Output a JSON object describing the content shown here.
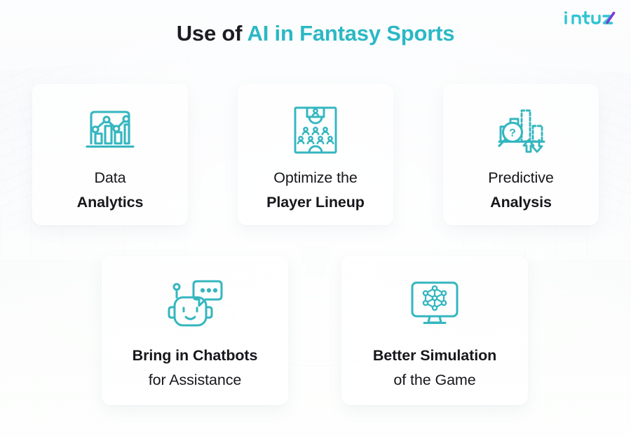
{
  "brand": {
    "logo_text": "intuz",
    "logo_icon": "intuz-logo",
    "logo_color": "#31c5d2",
    "logo_accent_color": "#7b3fd4"
  },
  "header": {
    "title_plain": "Use of ",
    "title_accent": "AI in Fantasy Sports",
    "accent_color": "#2bb8c4",
    "text_color": "#1c1c22"
  },
  "theme": {
    "icon_color": "#34b6bf",
    "card_background": "rgba(255,255,255,0.62)",
    "page_background": "#f6f8f9"
  },
  "cards": [
    {
      "id": "data-analytics",
      "icon": "chart-monitor-icon",
      "line1": "Data",
      "line2": "Analytics",
      "line1_weight": "regular",
      "line2_weight": "bold"
    },
    {
      "id": "player-lineup",
      "icon": "field-lineup-icon",
      "line1": "Optimize the",
      "line2": "Player Lineup",
      "line1_weight": "regular",
      "line2_weight": "bold"
    },
    {
      "id": "predictive-analysis",
      "icon": "magnifier-forecast-icon",
      "line1": "Predictive",
      "line2": "Analysis",
      "line1_weight": "regular",
      "line2_weight": "bold"
    },
    {
      "id": "chatbots",
      "icon": "chatbot-robot-icon",
      "line1": "Bring in Chatbots",
      "line2": "for Assistance",
      "line1_weight": "bold",
      "line2_weight": "regular"
    },
    {
      "id": "simulation",
      "icon": "monitor-cube-icon",
      "line1": "Better Simulation",
      "line2": "of the Game",
      "line1_weight": "bold",
      "line2_weight": "regular"
    }
  ],
  "background": {
    "scene": "stadium-backdrop",
    "description": "faded stadium stands and pitch"
  }
}
